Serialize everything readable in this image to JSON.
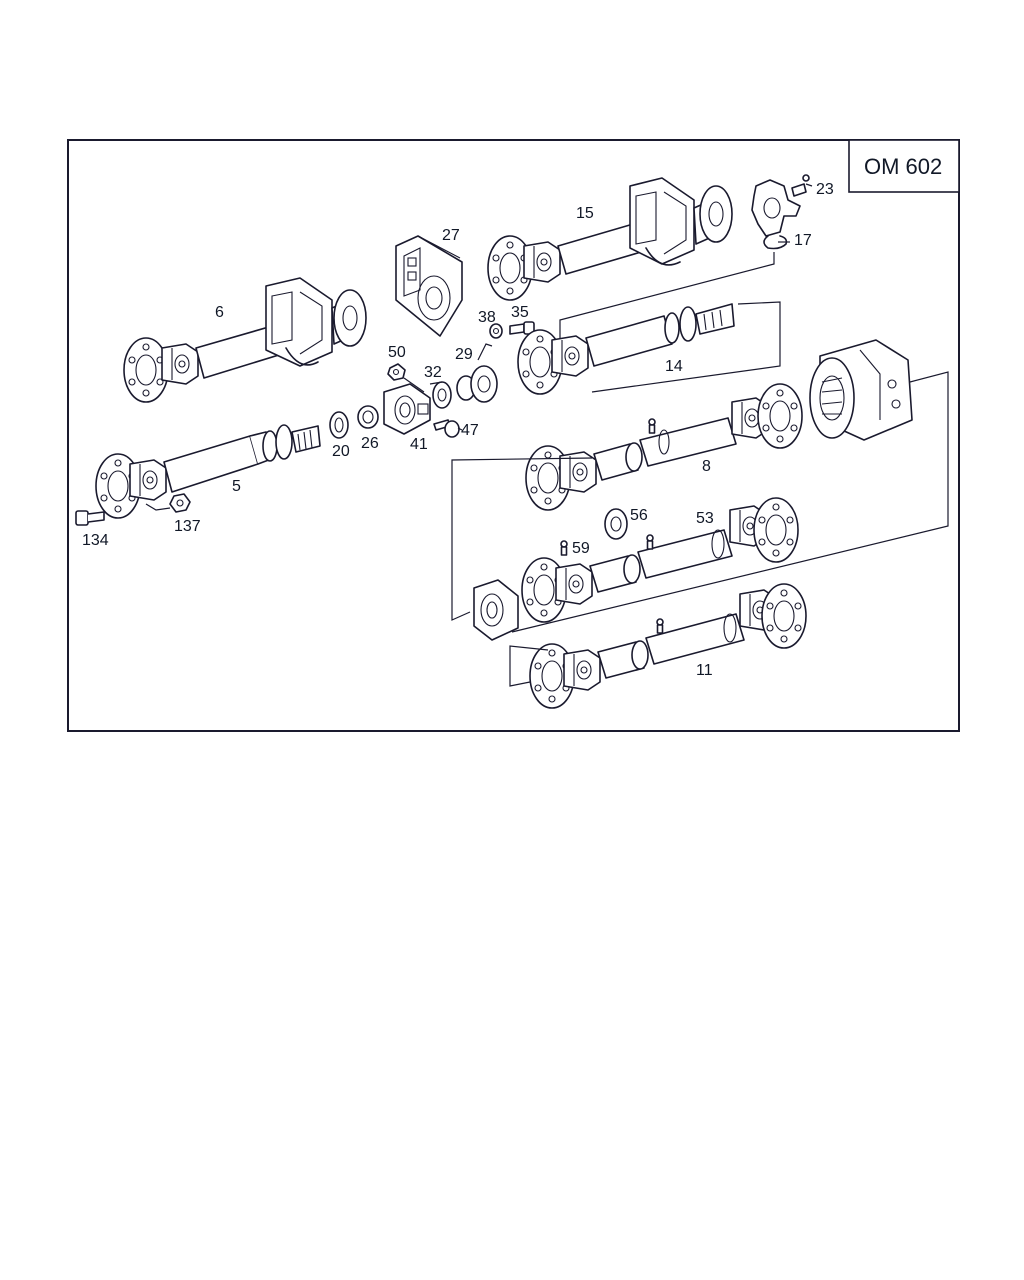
{
  "title_box": {
    "text": "OM 602"
  },
  "callouts": {
    "c5": "5",
    "c6": "6",
    "c8": "8",
    "c11": "11",
    "c14": "14",
    "c15": "15",
    "c17": "17",
    "c20": "20",
    "c23": "23",
    "c26": "26",
    "c27": "27",
    "c29": "29",
    "c32": "32",
    "c35": "35",
    "c38": "38",
    "c41": "41",
    "c47": "47",
    "c50": "50",
    "c53": "53",
    "c56": "56",
    "c59": "59",
    "c134": "134",
    "c137": "137"
  }
}
